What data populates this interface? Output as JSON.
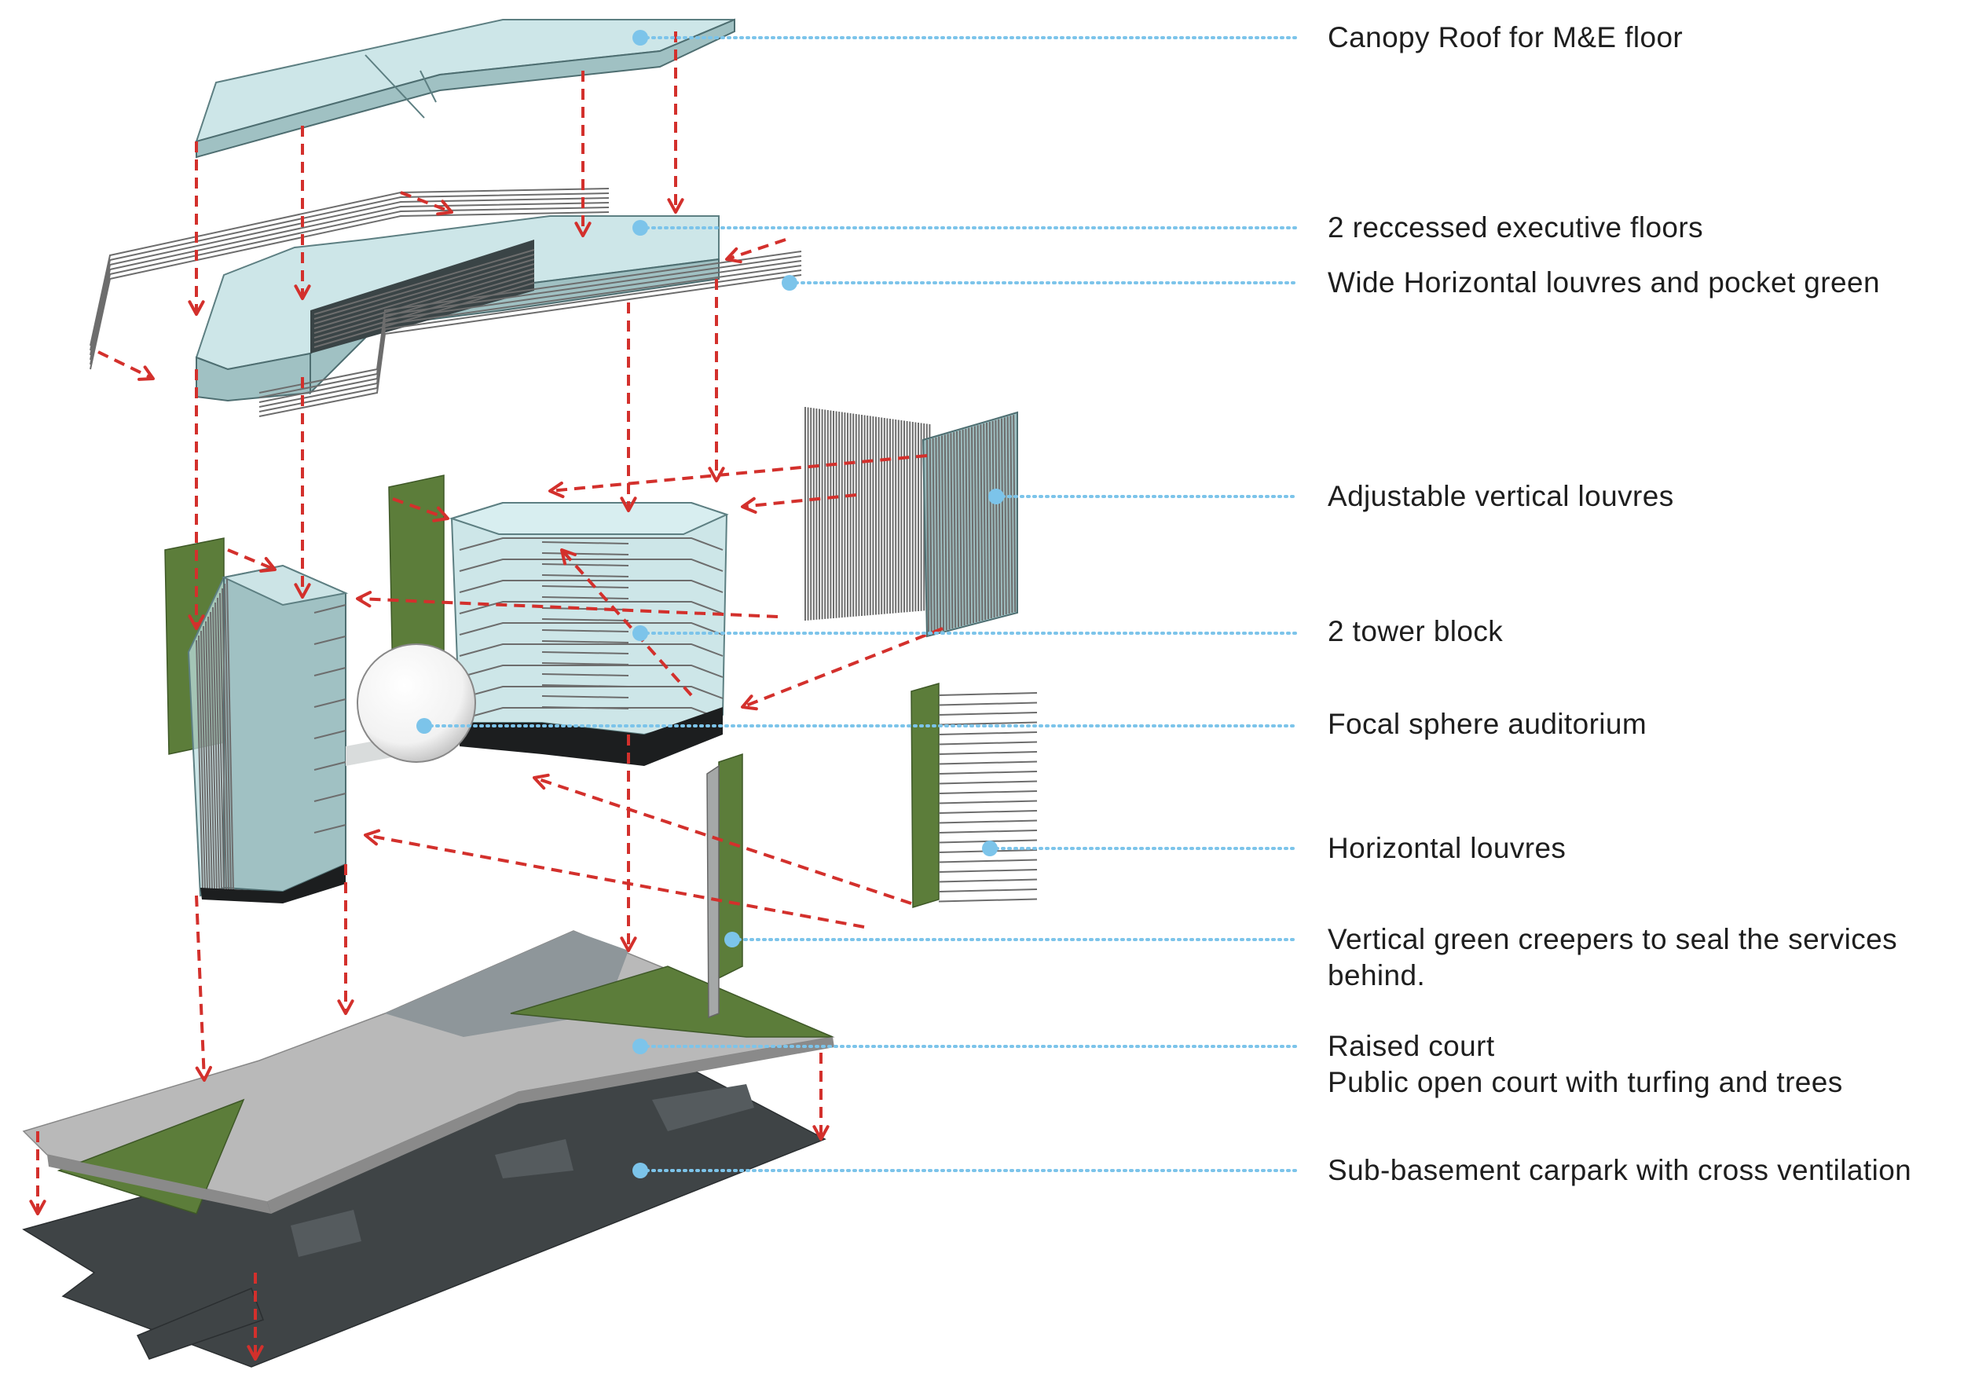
{
  "labels": {
    "canopy_roof": "Canopy Roof for M&E floor",
    "executive_floors": "2 reccessed executive floors",
    "wide_louvres": "Wide Horizontal louvres and pocket green",
    "adjustable_louvres": "Adjustable vertical louvres",
    "tower_block": "2 tower block",
    "sphere": "Focal sphere auditorium",
    "horizontal_louvres": "Horizontal louvres",
    "green_creepers_line1": "Vertical green creepers to seal the services",
    "green_creepers_line2": "behind.",
    "raised_court_line1": "Raised court",
    "raised_court_line2": "Public open court with turfing and trees",
    "carpark": "Sub-basement carpark with cross ventilation"
  },
  "colors": {
    "leader": "#7cc4ea",
    "arrow": "#d3302c",
    "glass": "#bcdde0",
    "green": "#5c7d3a",
    "slab": "#b9b9b9",
    "basement": "#3f4446"
  }
}
